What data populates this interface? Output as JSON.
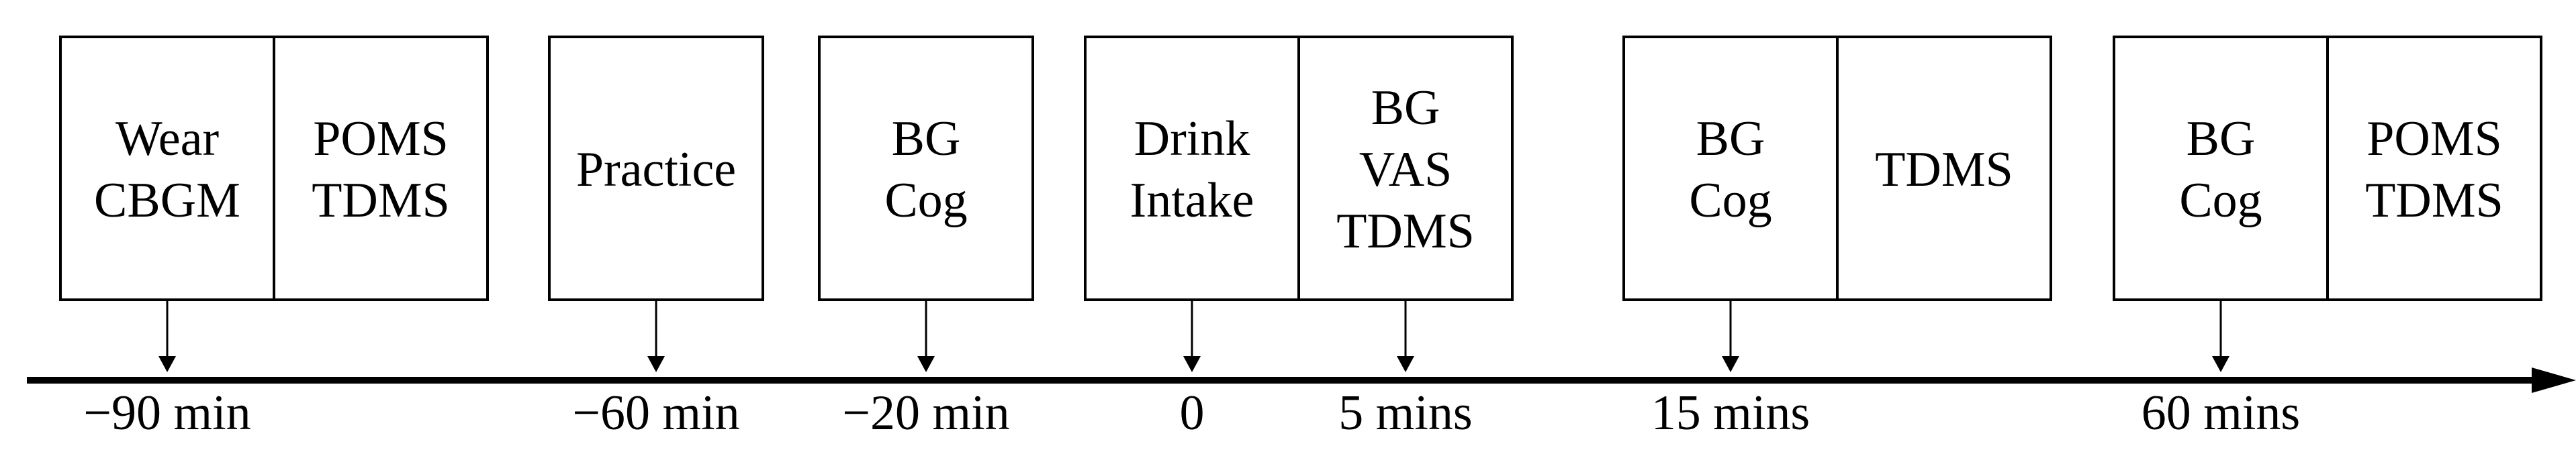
{
  "steps": [
    {
      "cells": [
        [
          "Wear",
          "CBGM"
        ],
        [
          "POMS",
          "TDMS"
        ]
      ],
      "time": "−90 min"
    },
    {
      "cells": [
        [
          "Practice"
        ]
      ],
      "time": "−60 min"
    },
    {
      "cells": [
        [
          "BG",
          "Cog"
        ]
      ],
      "time": "−20 min"
    },
    {
      "cells": [
        [
          "Drink",
          "Intake"
        ],
        [
          "BG",
          "VAS",
          "TDMS"
        ]
      ],
      "time": "0",
      "extra_time": "5 mins"
    },
    {
      "cells": [
        [
          "BG",
          "Cog"
        ],
        [
          "TDMS"
        ]
      ],
      "time": "15 mins"
    },
    {
      "cells": [
        [
          "BG",
          "Cog"
        ],
        [
          "POMS",
          "TDMS"
        ]
      ],
      "time": "60 mins"
    }
  ]
}
